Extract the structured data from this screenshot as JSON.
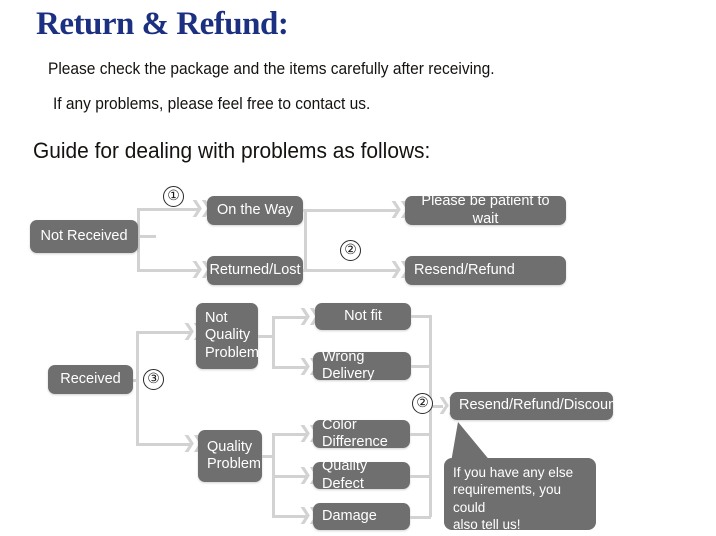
{
  "header": {
    "title": "Return & Refund:",
    "line1": "Please check the package and the items carefully after receiving.",
    "line2": "If any problems, please feel free to contact us.",
    "guide": "Guide for dealing with problems as follows:"
  },
  "colors": {
    "title": "#1b3080",
    "node_fill": "#6f6f6f",
    "node_text": "#ffffff",
    "connector": "#d2d2d2",
    "body_text": "#15120f",
    "background": "#ffffff"
  },
  "flow": {
    "nodes": [
      {
        "id": "not-received",
        "label": "Not Received"
      },
      {
        "id": "on-the-way",
        "label": "On the Way"
      },
      {
        "id": "returned-lost",
        "label": "Returned/Lost"
      },
      {
        "id": "please-be-patient",
        "label": "Please be patient to wait"
      },
      {
        "id": "resend-refund",
        "label": "Resend/Refund"
      },
      {
        "id": "received",
        "label": "Received"
      },
      {
        "id": "not-quality-problem",
        "label": "Not\nQuality\nProblem"
      },
      {
        "id": "not-fit",
        "label": "Not fit"
      },
      {
        "id": "wrong-delivery",
        "label": "Wrong Delivery"
      },
      {
        "id": "quality-problem",
        "label": "Quality\nProblem"
      },
      {
        "id": "color-difference",
        "label": "Color Difference"
      },
      {
        "id": "quality-defect",
        "label": "Quality Defect"
      },
      {
        "id": "damage",
        "label": "Damage"
      },
      {
        "id": "resend-refund-discount",
        "label": "Resend/Refund/Discount"
      }
    ],
    "markers": [
      {
        "id": "marker-1",
        "label": "①",
        "digit": "1"
      },
      {
        "id": "marker-2-top",
        "label": "②",
        "digit": "2"
      },
      {
        "id": "marker-3",
        "label": "③",
        "digit": "3"
      },
      {
        "id": "marker-2-bottom",
        "label": "②",
        "digit": "2"
      }
    ],
    "callout": "If you have any else\nrequirements, you could\nalso tell us!"
  }
}
